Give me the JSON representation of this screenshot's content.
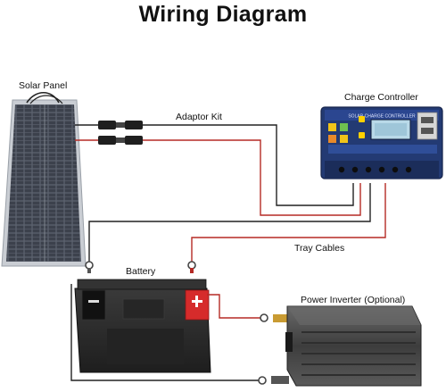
{
  "title": "Wiring Diagram",
  "labels": {
    "solar_panel": "Solar Panel",
    "adaptor_kit": "Adaptor Kit",
    "charge_controller": "Charge Controller",
    "tray_cables": "Tray Cables",
    "battery": "Battery",
    "power_inverter": "Power Inverter (Optional)"
  },
  "controller_panel_text": "SOLAR CHARGE CONTROLLER",
  "colors": {
    "positive_wire": "#b52a25",
    "negative_wire": "#222222",
    "controller_body": "#233a73",
    "battery_body": "#2c2c2c",
    "battery_positive": "#d62b2b",
    "inverter_body": "#4a4a4a"
  }
}
